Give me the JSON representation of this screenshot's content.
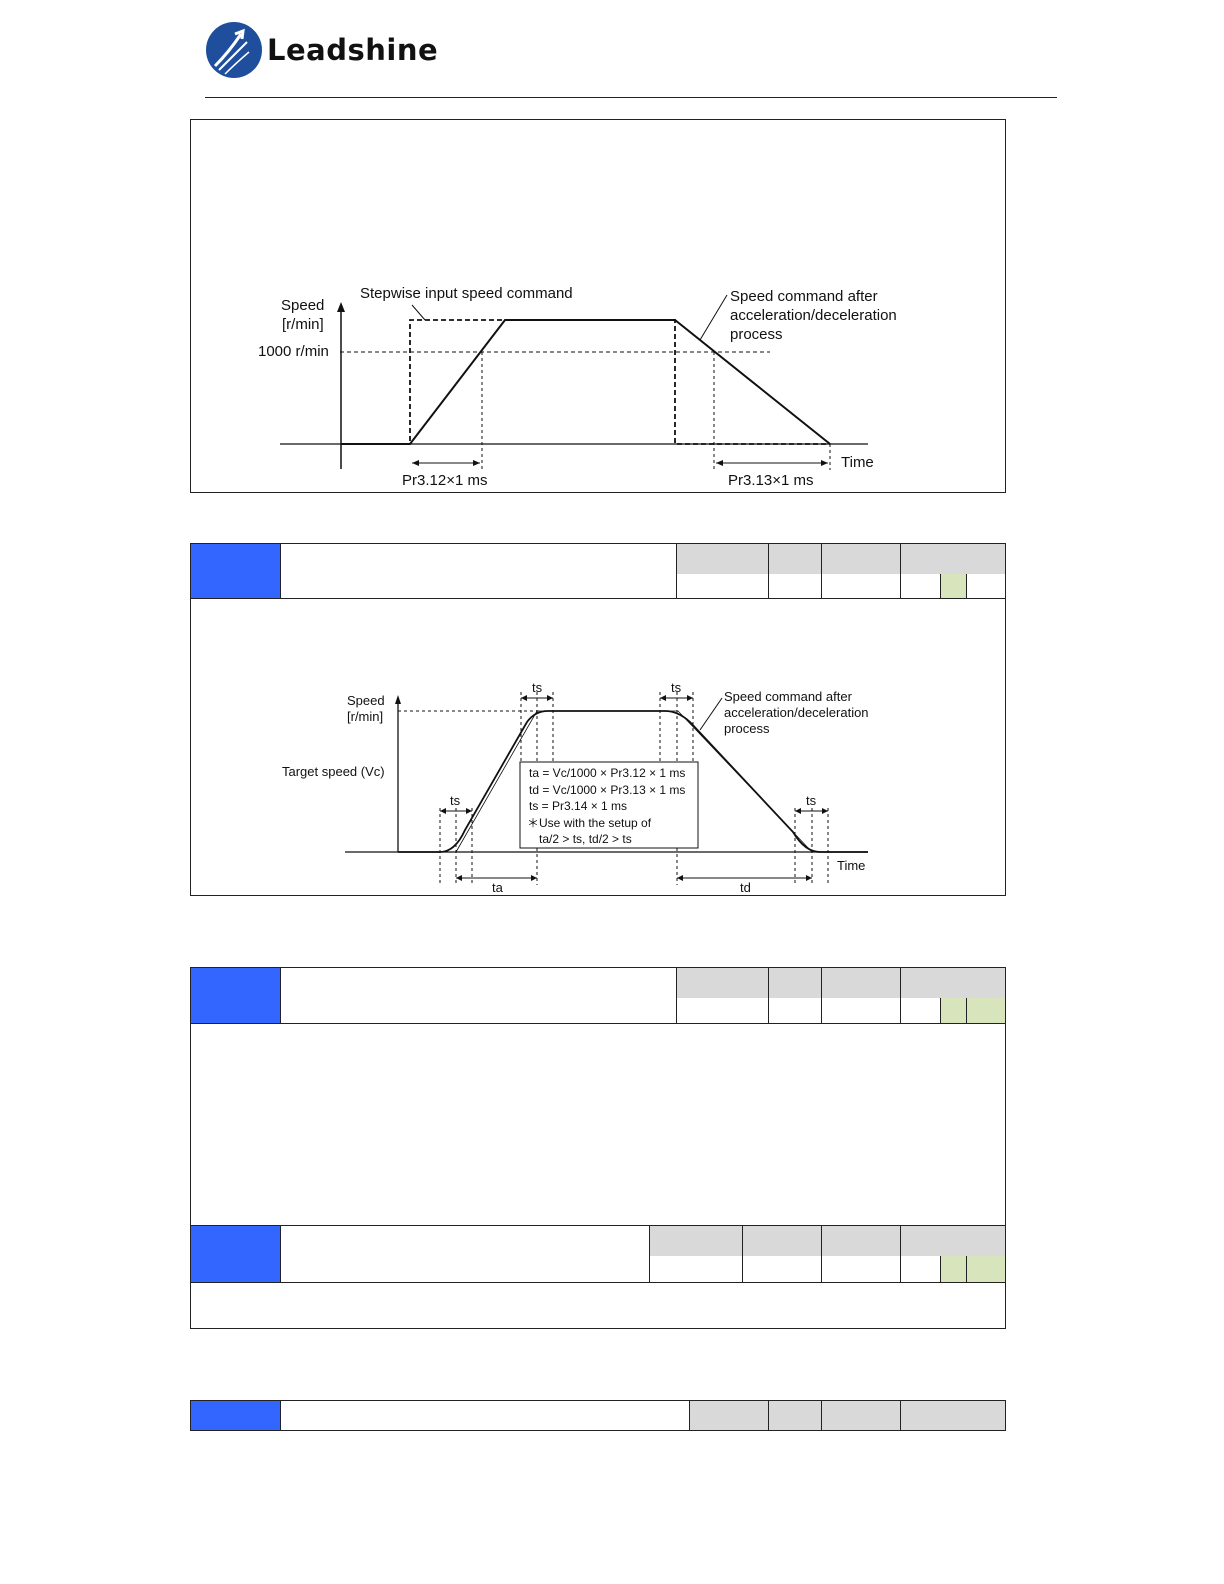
{
  "header": {
    "logo_text": "Leadshine"
  },
  "figure1": {
    "ylabel_line1": "Speed",
    "ylabel_line2": "[r/min]",
    "ytick": "1000 r/min",
    "input_label": "Stepwise input speed command",
    "output_label_1": "Speed command after",
    "output_label_2": "acceleration/deceleration",
    "output_label_3": "process",
    "xlabel": "Time",
    "accel_label": "Pr3.12×1 ms",
    "decel_label": "Pr3.13×1 ms"
  },
  "figure2": {
    "ylabel_line1": "Speed",
    "ylabel_line2": "[r/min]",
    "target_label": "Target speed (Vc)",
    "ts_label": "ts",
    "output_label_1": "Speed command after",
    "output_label_2": "acceleration/deceleration",
    "output_label_3": "process",
    "formula_1": "ta = Vc/1000 × Pr3.12 × 1 ms",
    "formula_2": "td = Vc/1000 × Pr3.13 × 1 ms",
    "formula_3": "ts = Pr3.14 × 1 ms",
    "formula_4": "＊Use with the setup of",
    "formula_5": "ta/2 > ts,  td/2 > ts",
    "ta_label": "ta",
    "td_label": "td",
    "xlabel": "Time"
  },
  "colors": {
    "blue": "#3366ff",
    "grey": "#d9d9d9",
    "green": "#d8e4bc"
  }
}
